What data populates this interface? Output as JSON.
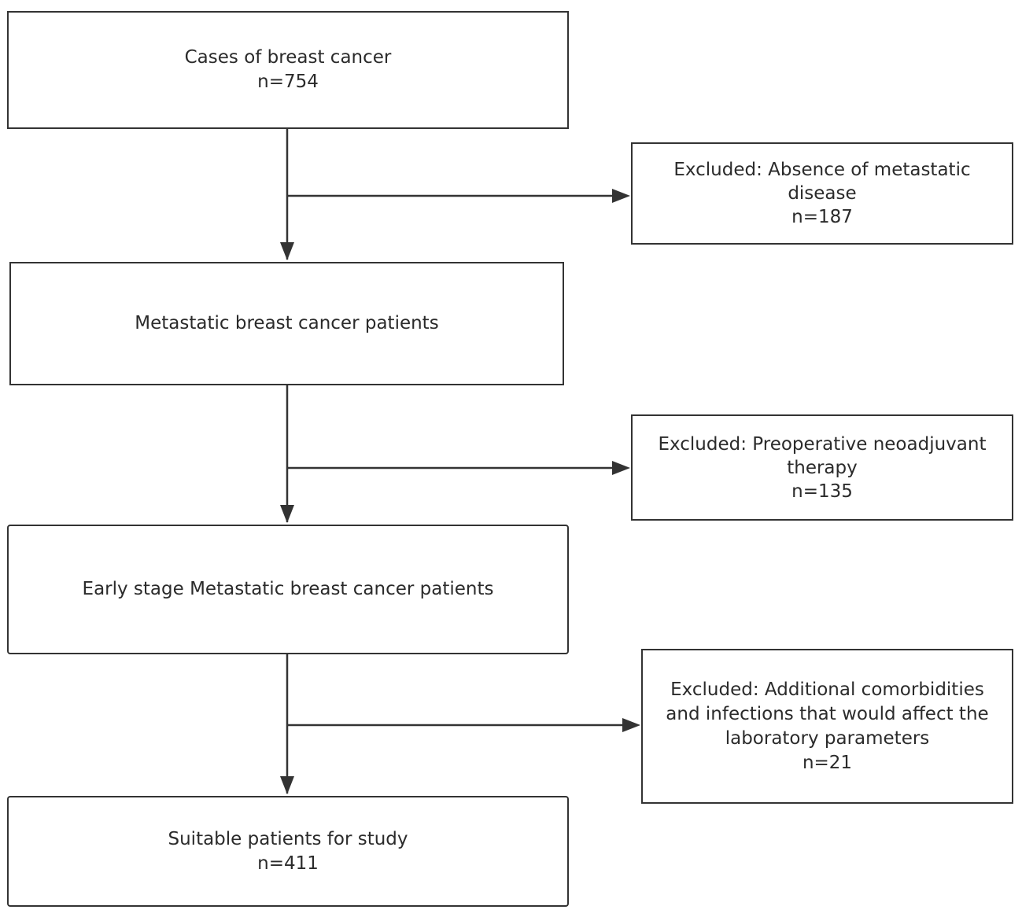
{
  "main_steps": {
    "cases": {
      "label": "Cases of breast cancer",
      "count": "n=754"
    },
    "metastatic": {
      "label": "Metastatic breast cancer patients"
    },
    "early_stage": {
      "label": "Early stage Metastatic breast cancer patients"
    },
    "suitable": {
      "label": "Suitable patients for study",
      "count": "n=411"
    }
  },
  "exclusions": {
    "no_metastasis": {
      "line1": "Excluded: Absence of metastatic",
      "line2": "disease",
      "count": "n=187"
    },
    "neoadjuvant": {
      "line1": "Excluded: Preoperative neoadjuvant",
      "line2": "therapy",
      "count": "n=135"
    },
    "comorbidities": {
      "line1": "Excluded: Additional comorbidities",
      "line2": "and infections that would affect the",
      "line3": "laboratory parameters",
      "count": "n=21"
    }
  },
  "colors": {
    "line": "#333333",
    "text": "#2b2b2b",
    "background": "#ffffff"
  }
}
